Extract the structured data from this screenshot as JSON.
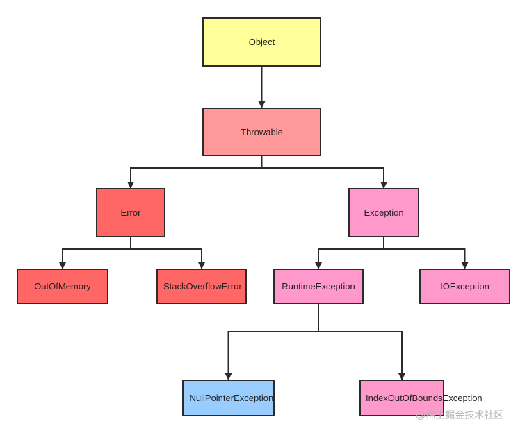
{
  "diagram": {
    "nodes": [
      {
        "id": "object",
        "label": "Object",
        "color": "#ffff99"
      },
      {
        "id": "throwable",
        "label": "Throwable",
        "color": "#ff9999"
      },
      {
        "id": "error",
        "label": "Error",
        "color": "#ff6666"
      },
      {
        "id": "exception",
        "label": "Exception",
        "color": "#ff99cc"
      },
      {
        "id": "out_of_memory",
        "label": "OutOfMemory",
        "color": "#ff6666"
      },
      {
        "id": "stack_overflow_error",
        "label": "StackOverflowError",
        "color": "#ff6666"
      },
      {
        "id": "runtime_exception",
        "label": "RuntimeException",
        "color": "#ff99cc"
      },
      {
        "id": "io_exception",
        "label": "IOException",
        "color": "#ff99cc"
      },
      {
        "id": "null_pointer_exception",
        "label": "NullPointerException",
        "color": "#99ccff"
      },
      {
        "id": "index_out_of_bounds_exception",
        "label": "IndexOutOfBoundsException",
        "color": "#ff99cc"
      }
    ],
    "edges": [
      {
        "from": "object",
        "to": "throwable"
      },
      {
        "from": "throwable",
        "to": "error"
      },
      {
        "from": "throwable",
        "to": "exception"
      },
      {
        "from": "error",
        "to": "out_of_memory"
      },
      {
        "from": "error",
        "to": "stack_overflow_error"
      },
      {
        "from": "exception",
        "to": "runtime_exception"
      },
      {
        "from": "exception",
        "to": "io_exception"
      },
      {
        "from": "runtime_exception",
        "to": "null_pointer_exception"
      },
      {
        "from": "runtime_exception",
        "to": "index_out_of_bounds_exception"
      }
    ],
    "line_color": "#2b2b2b"
  },
  "watermark": "@稀土掘金技术社区"
}
